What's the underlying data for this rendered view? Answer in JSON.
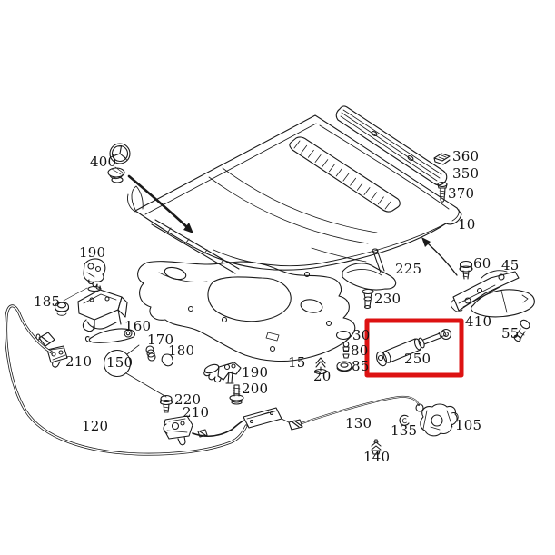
{
  "diagram": {
    "kind": "exploded-parts-diagram",
    "highlighted_part": "250"
  },
  "colors": {
    "line": "#1a1a1a",
    "background": "#ffffff",
    "highlight": "#dd1212",
    "text": "#141414"
  },
  "labels": {
    "n400": "400",
    "n190_upper": "190",
    "n185": "185",
    "n210_upper": "210",
    "n150": "150",
    "n160": "160",
    "n170": "170",
    "n180": "180",
    "n120": "120",
    "n220": "220",
    "n210_lower": "210",
    "n190_lower": "190",
    "n200": "200",
    "n15": "15",
    "n20": "20",
    "n30": "30",
    "n80": "80",
    "n85": "85",
    "n225": "225",
    "n230": "230",
    "n250": "250",
    "n130": "130",
    "n135": "135",
    "n140": "140",
    "n105": "105",
    "n360": "360",
    "n350": "350",
    "n370": "370",
    "n10": "10",
    "n60": "60",
    "n45": "45",
    "n410": "410",
    "n55": "55"
  }
}
